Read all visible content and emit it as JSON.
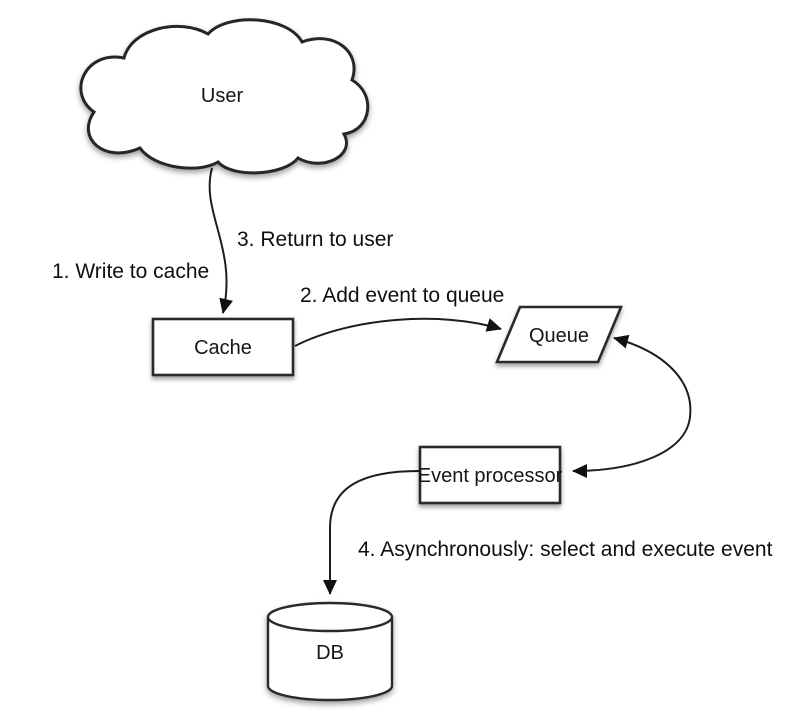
{
  "canvas": {
    "background": "#ffffff",
    "stroke_color": "#2a2a2a",
    "text_color": "#15151a"
  },
  "nodes": {
    "user": {
      "label": "User",
      "shape": "cloud"
    },
    "cache": {
      "label": "Cache",
      "shape": "rectangle"
    },
    "queue": {
      "label": "Queue",
      "shape": "parallelogram"
    },
    "event_processor": {
      "label": "Event processor",
      "shape": "rectangle"
    },
    "db": {
      "label": "DB",
      "shape": "cylinder"
    }
  },
  "steps": [
    {
      "label": "1. Write to cache",
      "edge": "user-to-cache"
    },
    {
      "label": "2. Add event to queue",
      "edge": "cache-to-queue"
    },
    {
      "label": "3. Return to user",
      "edge": "cache-to-user"
    },
    {
      "label": "4. Asynchronously: select and execute event",
      "edge": "event-processor-to-db"
    }
  ],
  "edges": [
    {
      "from": "user",
      "to": "cache",
      "arrows": "end"
    },
    {
      "from": "cache",
      "to": "queue",
      "arrows": "end"
    },
    {
      "from": "queue",
      "to": "event_processor",
      "arrows": "both"
    },
    {
      "from": "event_processor",
      "to": "db",
      "arrows": "end"
    }
  ]
}
